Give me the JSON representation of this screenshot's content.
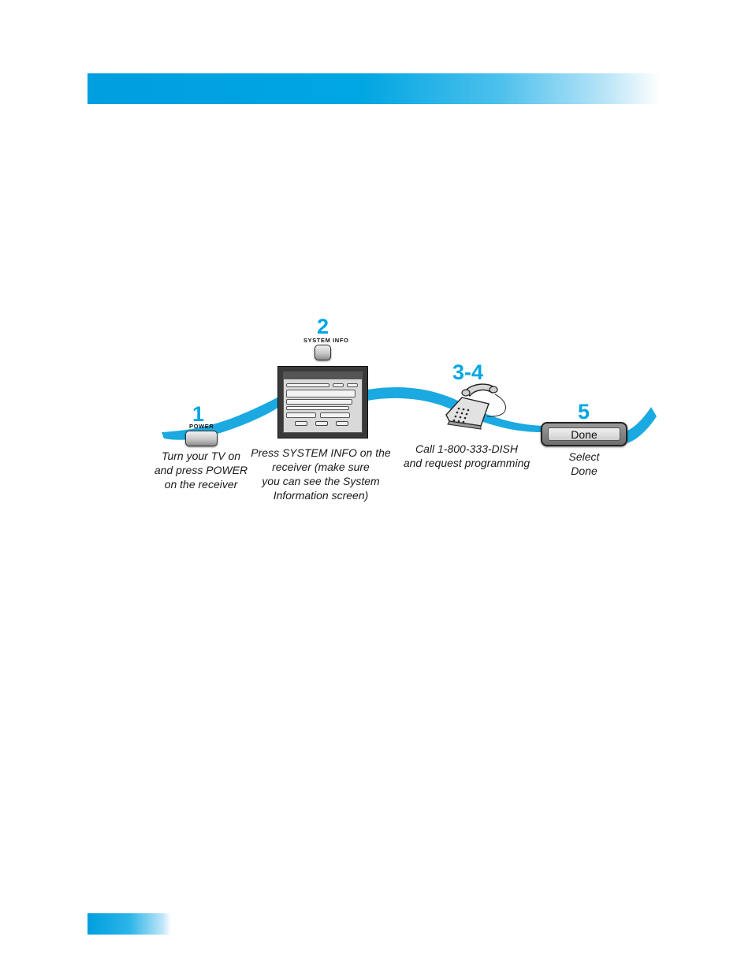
{
  "steps": [
    {
      "number": "1",
      "button_label": "POWER",
      "caption_lines": [
        "Turn your TV on",
        "and press POWER",
        "on the receiver"
      ]
    },
    {
      "number": "2",
      "button_label": "SYSTEM INFO",
      "caption_lines": [
        "Press SYSTEM INFO on the",
        "receiver (make sure",
        "you can see the System",
        "Information screen)"
      ]
    },
    {
      "number": "3-4",
      "caption_lines": [
        "Call 1-800-333-DISH",
        "and request programming"
      ]
    },
    {
      "number": "5",
      "button_label": "Done",
      "caption_lines": [
        "Select",
        "Done"
      ]
    }
  ],
  "colors": {
    "accent": "#00a6e2",
    "path": "#1aa9e0"
  },
  "icons": {
    "phone": "telephone-icon",
    "screen": "system-info-screen-thumbnail"
  }
}
